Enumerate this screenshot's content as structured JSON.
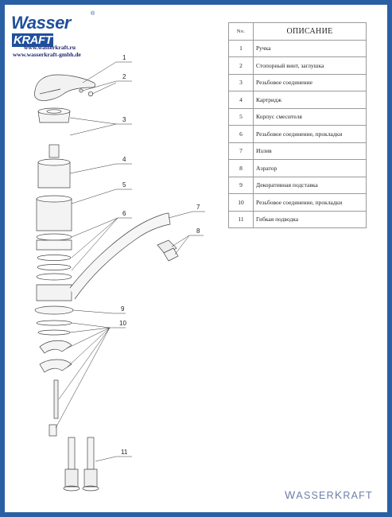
{
  "logo": {
    "brand_left": "Wasser",
    "brand_right": "KRAFT",
    "registered": "®"
  },
  "urls": [
    "www.wasserkraft.ru",
    "www.wasserkraft-gmbh.de"
  ],
  "table": {
    "header_no": "No.",
    "header_desc": "ОПИСАНИЕ",
    "rows": [
      {
        "no": "1",
        "desc": "Ручка"
      },
      {
        "no": "2",
        "desc": "Стопорный винт, заглушка"
      },
      {
        "no": "3",
        "desc": "Резьбовое соединение"
      },
      {
        "no": "4",
        "desc": "Картридж"
      },
      {
        "no": "5",
        "desc": "Корпус смесителя"
      },
      {
        "no": "6",
        "desc": "Резьбовое соединение, прокладки"
      },
      {
        "no": "7",
        "desc": "Излив"
      },
      {
        "no": "8",
        "desc": "Аэратор"
      },
      {
        "no": "9",
        "desc": "Декоративная подставка"
      },
      {
        "no": "10",
        "desc": "Резьбовое соединение, прокладки"
      },
      {
        "no": "11",
        "desc": "Гибкая подводка"
      }
    ]
  },
  "callouts": [
    "1",
    "2",
    "3",
    "4",
    "5",
    "6",
    "7",
    "8",
    "9",
    "10",
    "11"
  ],
  "footer": {
    "w": "W",
    "asser": "ASSER",
    "k": "K",
    "raft": "RAFT"
  },
  "colors": {
    "frame": "#2a5fa3",
    "brand": "#1f4f9c",
    "footer_text": "#6e7fa8"
  }
}
